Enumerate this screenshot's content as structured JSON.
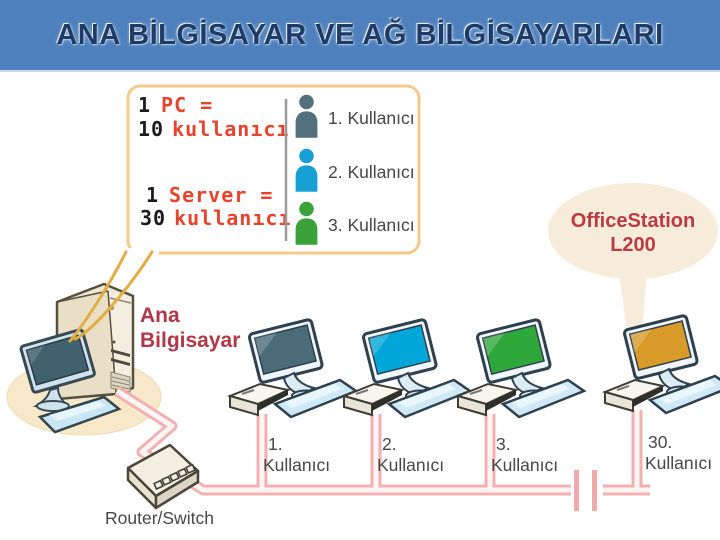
{
  "banner": {
    "title": "ANA BİLGİSAYAR VE AĞ BİLGİSAYARLARI",
    "bg_color": "#4d80bd",
    "text_color": "#1d3b66"
  },
  "legend": {
    "equations": [
      {
        "num": "1",
        "rest": "PC ="
      },
      {
        "num": "10",
        "rest": "kullanıcı"
      },
      {
        "num": "1",
        "rest": "Server ="
      },
      {
        "num": "30",
        "rest": "kullanıcı"
      }
    ],
    "users": [
      {
        "label": "1. Kullanıcı",
        "color": "#53707d"
      },
      {
        "label": "2. Kullanıcı",
        "color": "#18a0d4"
      },
      {
        "label": "3. Kullanıcı",
        "color": "#3ba23a"
      }
    ]
  },
  "main_computer": {
    "label_line1": "Ana",
    "label_line2": "Bilgisayar",
    "label_color": "#b23747"
  },
  "officestation": {
    "line1": "OfficeStation",
    "line2": "L200",
    "text_color": "#bc3a44"
  },
  "router": {
    "label": "Router/Switch"
  },
  "clients": [
    {
      "number": "1.",
      "label": "Kullanıcı",
      "screen_color": "#4a6b78"
    },
    {
      "number": "2.",
      "label": "Kullanıcı",
      "screen_color": "#00a6d8"
    },
    {
      "number": "3.",
      "label": "Kullanıcı",
      "screen_color": "#2fa83b"
    },
    {
      "number": "30.",
      "label": "Kullanıcı",
      "screen_color": "#d89a28"
    }
  ],
  "colors": {
    "cable_pink": "#f2b1b1",
    "callout_cream": "#f6ecd9",
    "main_ellipse_cream": "#f7e8c9",
    "legend_border": "#f5c88c",
    "eq_red": "#e8432a",
    "eq_black": "#1c1c1c",
    "label_gray": "#474747",
    "callout_tail_gold": "#e3ac41"
  }
}
